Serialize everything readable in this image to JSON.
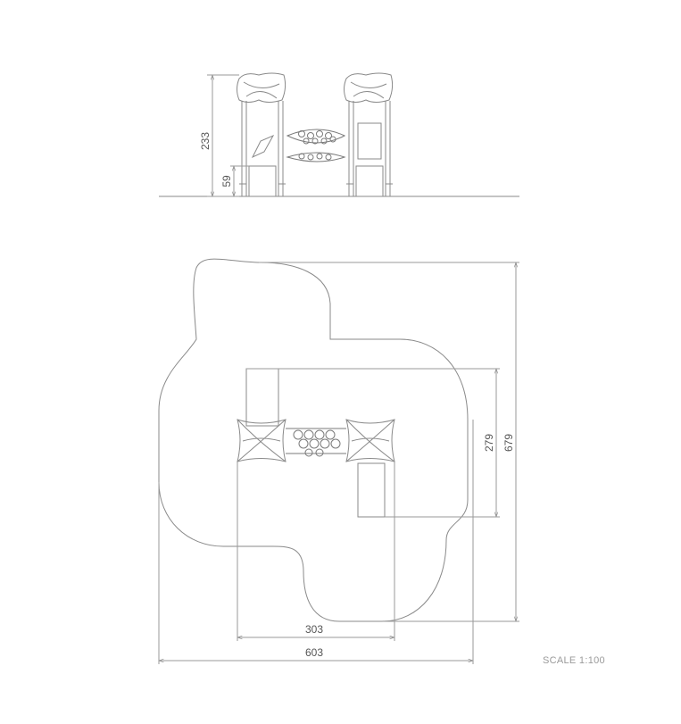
{
  "elevation": {
    "dim_total_height": "233",
    "dim_lower_height": "59"
  },
  "plan": {
    "dim_inner_depth": "279",
    "dim_outer_depth": "679",
    "dim_inner_width": "303",
    "dim_outer_width": "603"
  },
  "footer": {
    "scale_label": "SCALE 1:100"
  },
  "colors": {
    "line": "#8a8a8a",
    "dim_line": "#9a9a9a",
    "text": "#555555"
  }
}
